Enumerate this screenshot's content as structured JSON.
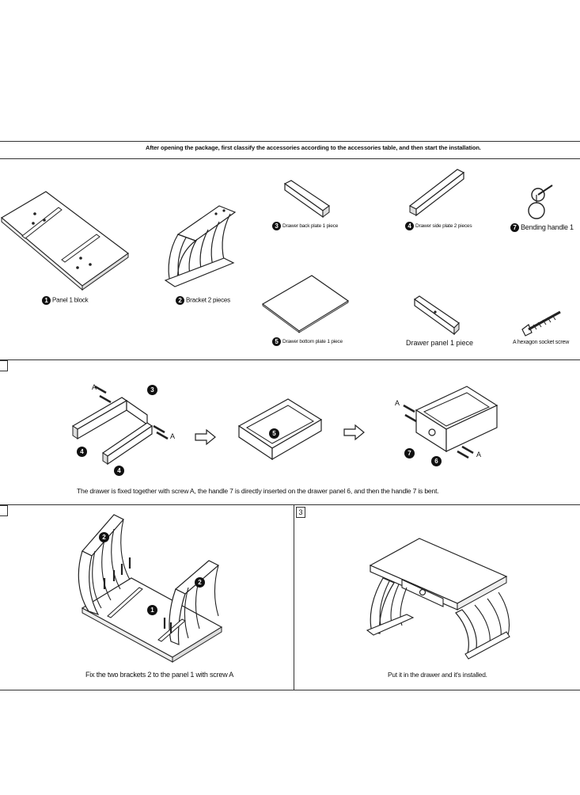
{
  "header": {
    "instruction": "After opening the package, first classify the accessories according to the accessories table, and then start the installation."
  },
  "parts": [
    {
      "num": "1",
      "label": "Panel 1 block"
    },
    {
      "num": "2",
      "label": "Bracket 2 pieces"
    },
    {
      "num": "3",
      "label": "Drawer back plate 1 piece"
    },
    {
      "num": "4",
      "label": "Drawer side plate 2 pieces"
    },
    {
      "num": "7",
      "label": "Bending handle 1"
    },
    {
      "num": "5",
      "label": "Drawer bottom plate 1 piece"
    },
    {
      "num": "",
      "label": "Drawer panel 1 piece"
    },
    {
      "num": "",
      "label": "A hexagon socket screw"
    }
  ],
  "step1": {
    "caption": "The drawer is fixed together with screw A, the handle 7 is directly inserted on the drawer panel 6, and then the handle 7 is bent.",
    "screw_label": "A",
    "callouts": [
      "3",
      "4",
      "4",
      "5",
      "7",
      "6"
    ]
  },
  "step2": {
    "caption": "Fix the two brackets 2 to the panel 1 with screw A",
    "callouts": [
      "2",
      "2",
      "1"
    ]
  },
  "step3": {
    "number": "3",
    "caption": "Put it in the drawer and it's installed."
  }
}
